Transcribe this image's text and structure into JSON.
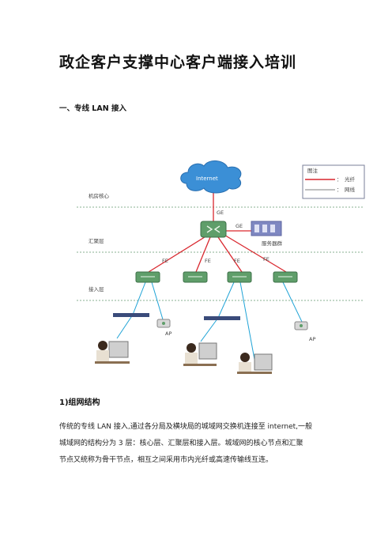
{
  "document": {
    "title": "政企客户支撑中心客户端接入培训",
    "section_heading": "一、专线 LAN 接入",
    "subsection_heading": "1)组网结构",
    "paragraph_lines": [
      "传统的专线 LAN 接入,通过各分局及横块局的城域网交换机连接至 internet,一般",
      "城域网的结构分为 3 层：核心层、汇聚层和接入层。城域网的核心节点和汇聚",
      "节点又统称为骨干节点，相互之间采用市内光纤或高速传输线互连。"
    ]
  },
  "diagram": {
    "layers": {
      "core": "机房核心",
      "aggregation": "汇聚层",
      "access": "接入层"
    },
    "cloud_label": "Internet",
    "server_label": "服务器群",
    "link_labels": {
      "ge_core": "GE",
      "ge_server": "GE",
      "fe": "FE"
    },
    "ap_label": "AP",
    "legend": {
      "title": "图注",
      "fiber_sep": "：",
      "fiber": "光纤",
      "cable_sep": "：",
      "cable": "网线"
    },
    "colors": {
      "fiber": "#d9272e",
      "cable": "#1fa3d6",
      "cloud": "#3b8fd6",
      "switch": "#5f9e6a",
      "dashed": "#8ab090"
    }
  }
}
